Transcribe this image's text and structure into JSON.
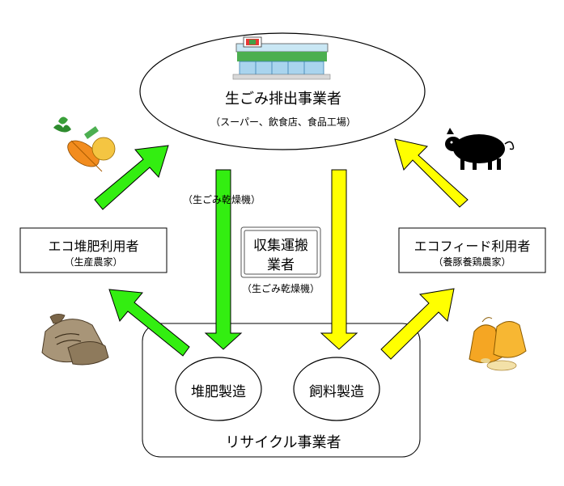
{
  "discharger": {
    "title": "生ごみ排出事業者",
    "subtitle": "（スーパー、飲食店、食品工場）"
  },
  "recycler": {
    "title": "リサイクル事業者"
  },
  "compost_plant": {
    "label": "堆肥製造"
  },
  "feed_plant": {
    "label": "飼料製造"
  },
  "eco_compost_user": {
    "title": "エコ堆肥利用者",
    "subtitle": "（生産農家）"
  },
  "eco_feed_user": {
    "title": "エコフィード利用者",
    "subtitle": "（養豚養鶏農家）"
  },
  "collector": {
    "line1": "収集運搬",
    "line2": "業者"
  },
  "dryer_label_top": "（生ごみ乾燥機）",
  "dryer_label_mid": "（生ごみ乾燥機）",
  "colors": {
    "green_arrow": "#33ee11",
    "yellow_arrow": "#ffff00",
    "outline": "#000000"
  },
  "icons": [
    "store-icon",
    "vegetables-icon",
    "pig-icon",
    "compost-bags-icon",
    "feed-bags-icon"
  ]
}
